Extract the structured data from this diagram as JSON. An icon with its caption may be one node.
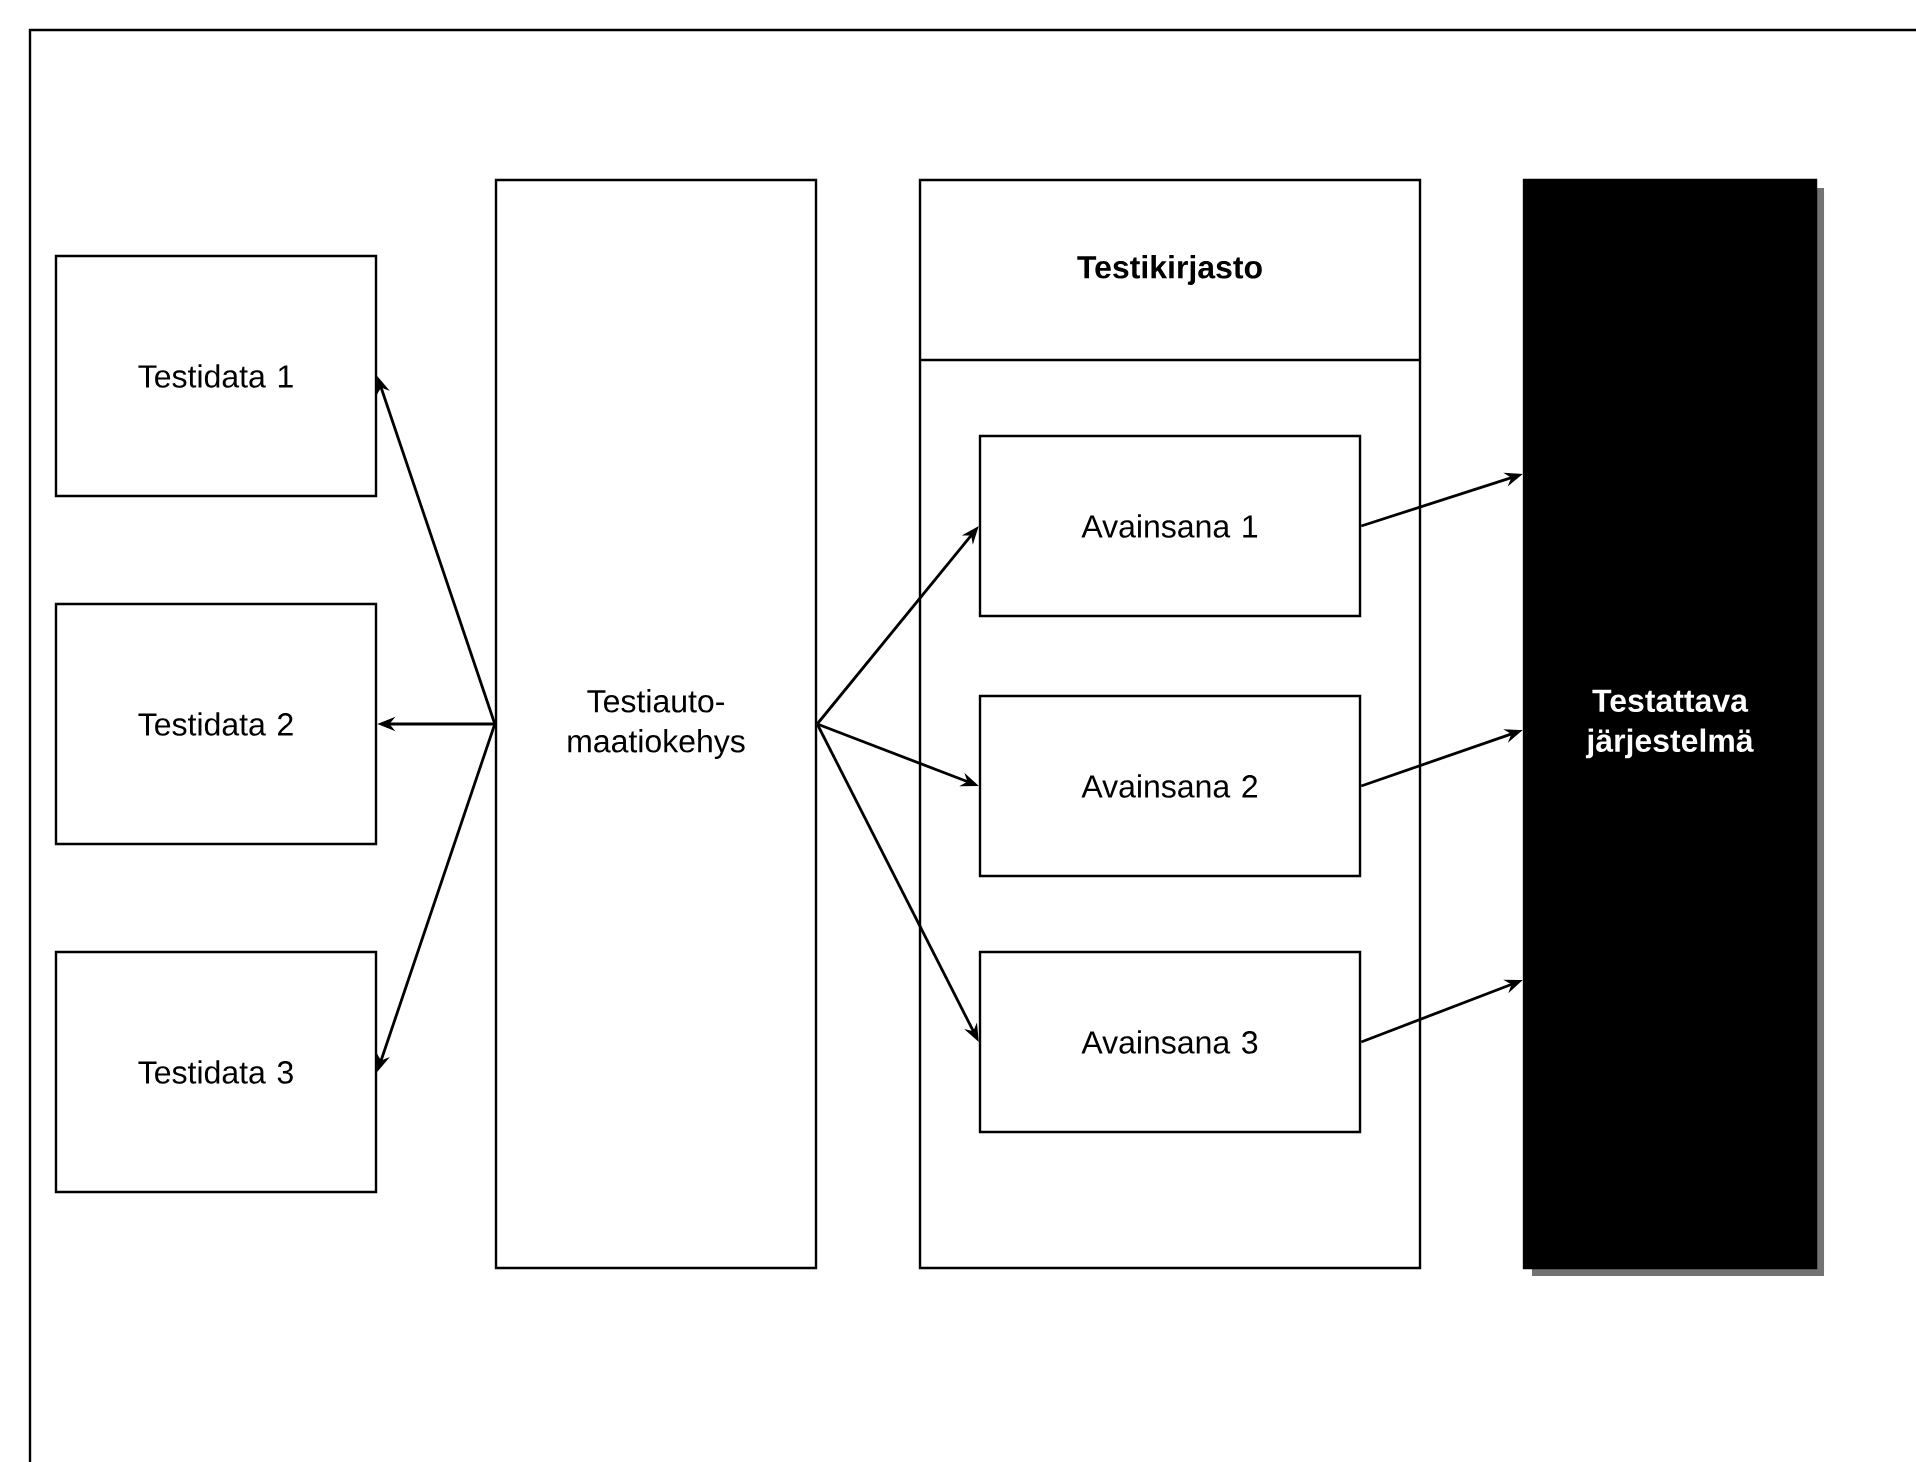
{
  "diagram": {
    "nodes": [
      {
        "text": [
          "Testidata 1"
        ]
      },
      {
        "text": [
          "Testiauto- maatiokehys"
        ]
      },
      {
        "text": [
          "Testidata 2"
        ]
      },
      {
        "text": [
          "Testidata 3"
        ]
      },
      {
        "text": [
          "Testikirjasto"
        ]
      },
      {
        "text": [
          "Avainsana 1"
        ],
        "in": 4
      },
      {
        "text": [
          "Avainsana 2"
        ],
        "in": 4
      },
      {
        "text": [
          "Avainsana 3"
        ],
        "in": 4
      },
      {
        "text": [
          "Testattava järjestelmä"
        ]
      }
    ],
    "edges": [
      {
        "from": 1,
        "to": 0,
        "arrow": "to"
      },
      {
        "from": 1,
        "to": 2,
        "arrow": "to"
      },
      {
        "from": 1,
        "to": 3,
        "arrow": "to"
      },
      {
        "from": 1,
        "to": 5,
        "arrow": "to"
      },
      {
        "from": 1,
        "to": 6,
        "arrow": "to"
      },
      {
        "from": 1,
        "to": 7,
        "arrow": "to"
      },
      {
        "from": 5,
        "to": 8,
        "arrow": "to"
      },
      {
        "from": 6,
        "to": 8,
        "arrow": "to"
      },
      {
        "from": 7,
        "to": 8,
        "arrow": "to"
      }
    ]
  }
}
